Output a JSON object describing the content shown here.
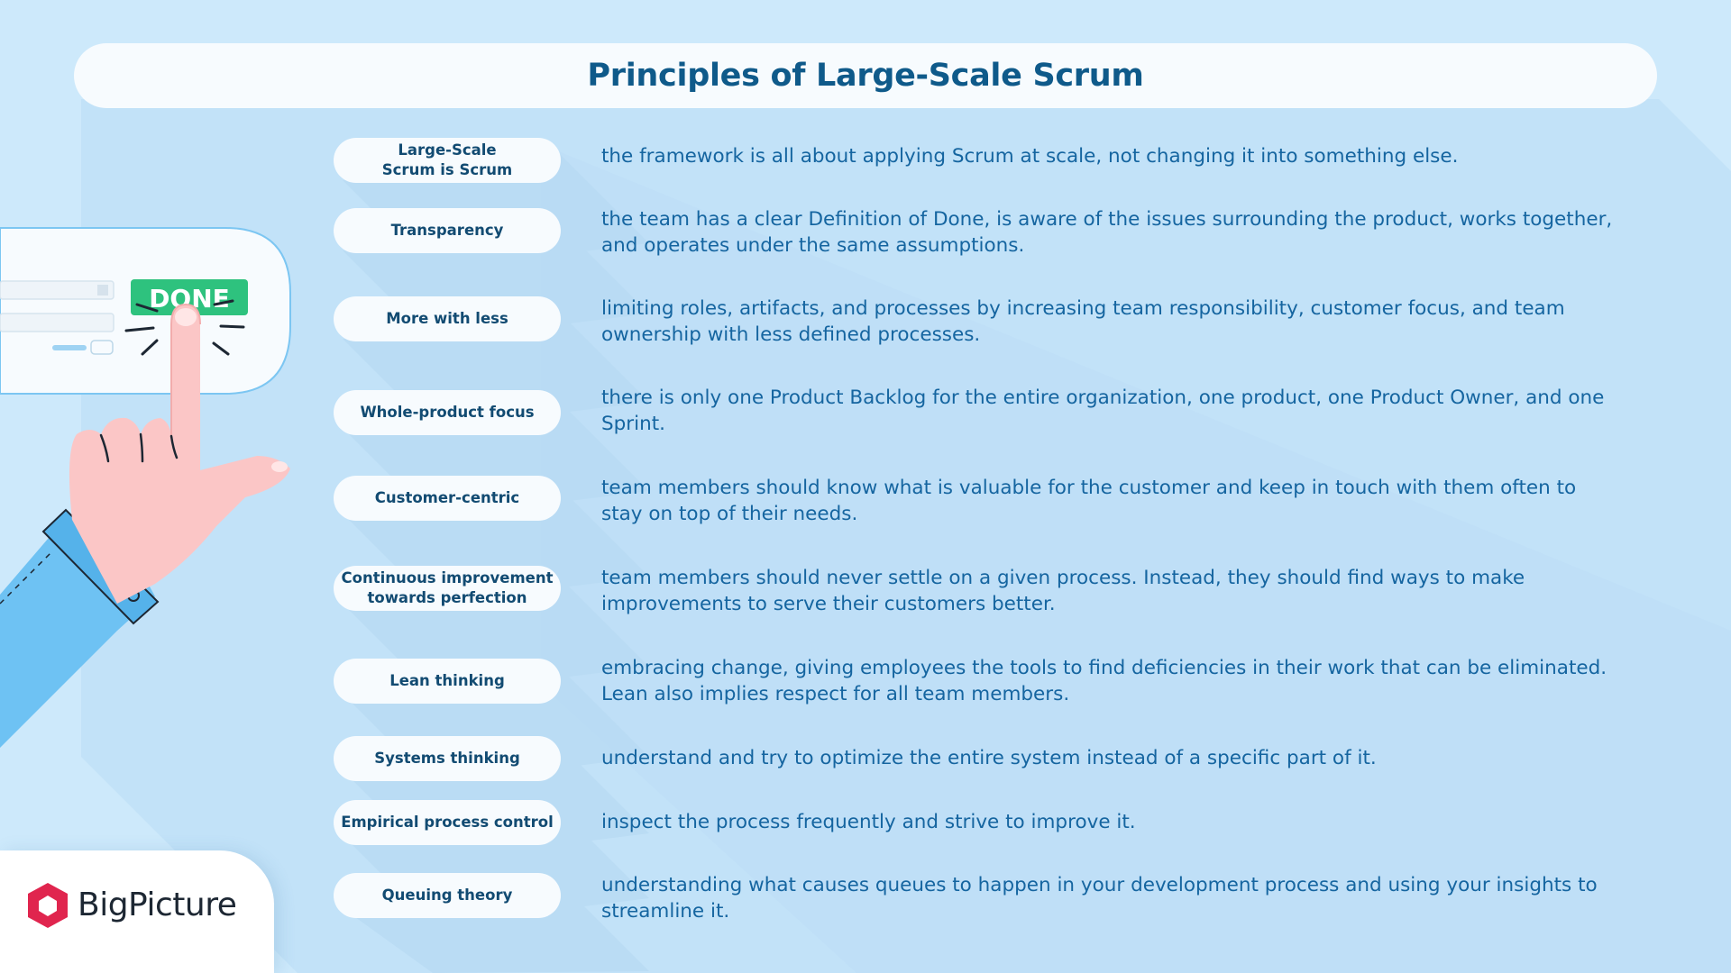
{
  "title": "Principles of Large-Scale Scrum",
  "illustration": {
    "done_button_label": "DONE"
  },
  "principles": [
    {
      "label": "Large-Scale\nScrum is Scrum",
      "description": "the framework is all about applying Scrum at scale, not changing it into something else."
    },
    {
      "label": "Transparency",
      "description": "the team has a clear Definition of Done, is aware of the issues surrounding the product, works together, and operates under the same assumptions."
    },
    {
      "label": "More with less",
      "description": "limiting roles, artifacts, and processes by increasing team responsibility, customer focus, and team ownership with less defined processes."
    },
    {
      "label": "Whole-product focus",
      "description": "there is only one Product Backlog for the entire organization, one product, one Product Owner, and one Sprint."
    },
    {
      "label": "Customer-centric",
      "description": "team members should know what is valuable for the customer and keep in touch with them often to stay on top of their needs."
    },
    {
      "label": "Continuous improvement\ntowards perfection",
      "description": "team members should never settle on a given process. Instead, they should find ways to make improvements to serve their customers better."
    },
    {
      "label": "Lean thinking",
      "description": "embracing change, giving employees the tools to find deficiencies in their work that can be eliminated. Lean also implies respect for all team members."
    },
    {
      "label": "Systems thinking",
      "description": "understand and try to optimize the entire system instead of a specific part of it."
    },
    {
      "label": "Empirical process control",
      "description": "inspect the process frequently and strive to improve it."
    },
    {
      "label": "Queuing theory",
      "description": "understanding what causes queues to happen in your development process and using your insights to streamline it."
    }
  ],
  "logo": {
    "name": "BigPicture"
  },
  "colors": {
    "background": "#cde9fb",
    "title": "#0f5a8a",
    "label": "#124b72",
    "text": "#1565a0",
    "done_green": "#2ec27e",
    "logo_red": "#e0254e"
  }
}
